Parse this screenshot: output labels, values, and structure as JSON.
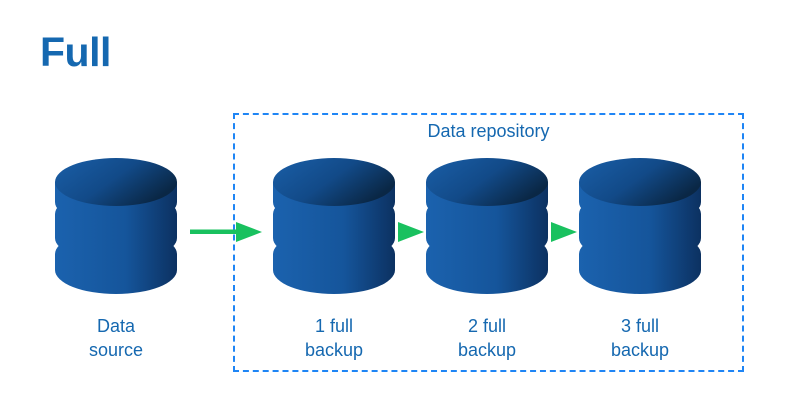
{
  "diagram": {
    "title": "Full",
    "title_color": "#1568B0",
    "background": "#ffffff",
    "repository": {
      "label": "Data repository",
      "border_color": "#1F85F5",
      "border_style": "dashed"
    },
    "arrow_color": "#19C15F",
    "cylinder": {
      "fill_light": "#1A5FA8",
      "fill_dark": "#0C2E55",
      "separator_color": "#ffffff"
    },
    "nodes": [
      {
        "id": "data-source",
        "icon": "database-icon",
        "label_line1": "Data",
        "label_line2": "source",
        "inside_repository": false
      },
      {
        "id": "full-backup-1",
        "icon": "database-icon",
        "label_line1": "1 full",
        "label_line2": "backup",
        "inside_repository": true
      },
      {
        "id": "full-backup-2",
        "icon": "database-icon",
        "label_line1": "2 full",
        "label_line2": "backup",
        "inside_repository": true
      },
      {
        "id": "full-backup-3",
        "icon": "database-icon",
        "label_line1": "3 full",
        "label_line2": "backup",
        "inside_repository": true
      }
    ],
    "connections": [
      {
        "id": "source-to-backup1",
        "icon": "arrow-right-icon",
        "style": "line-with-head"
      },
      {
        "id": "backup1-to-backup2",
        "icon": "arrow-right-icon",
        "style": "head-only"
      },
      {
        "id": "backup2-to-backup3",
        "icon": "arrow-right-icon",
        "style": "head-only"
      }
    ]
  }
}
